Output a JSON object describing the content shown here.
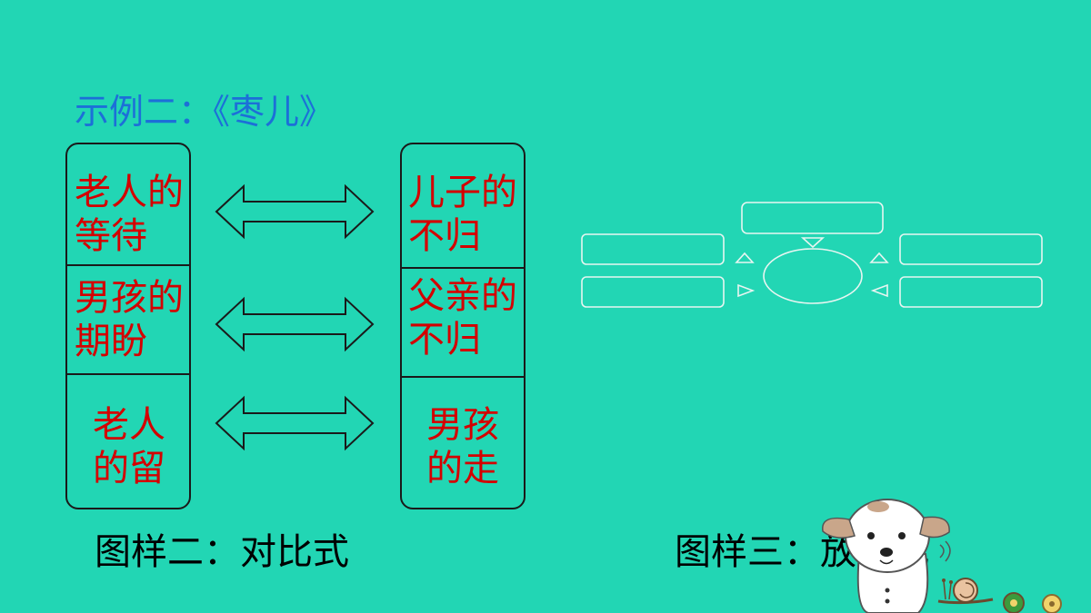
{
  "title": "示例二：《枣儿》",
  "left_column": [
    {
      "text": "老人的\n等待"
    },
    {
      "text": "男孩的\n期盼"
    },
    {
      "text": "老人\n的留"
    }
  ],
  "right_column": [
    {
      "text": "儿子的\n不归"
    },
    {
      "text": "父亲的\n不归"
    },
    {
      "text": "男孩\n的走"
    }
  ],
  "caption_left": "图样二：对比式",
  "caption_right": "图样三：放射式",
  "colors": {
    "background": "#22D6B4",
    "title": "#1C6FD8",
    "cell_text": "#D40000",
    "outline": "#1a1a1a"
  }
}
